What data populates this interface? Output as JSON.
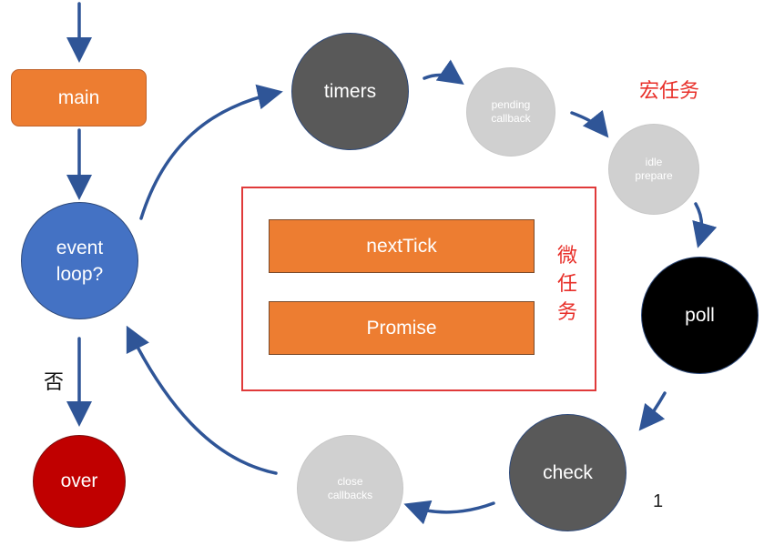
{
  "nodes": {
    "main": "main",
    "event_loop": [
      "event",
      "loop?"
    ],
    "over": "over",
    "no": "否",
    "timers": "timers",
    "pending_callback": [
      "pending",
      "callback"
    ],
    "idle_prepare": [
      "idle",
      "prepare"
    ],
    "poll": "poll",
    "check": "check",
    "close_callbacks": [
      "close",
      "callbacks"
    ]
  },
  "labels": {
    "macrotask": "宏任务",
    "microtask": "微任务"
  },
  "microtasks": [
    "nextTick",
    "Promise"
  ],
  "page_number": "1",
  "colors": {
    "orange": "#ed7d31",
    "blue": "#4472c4",
    "red": "#c00000",
    "dark_gray": "#595959",
    "light_gray": "#d0d0d0",
    "black": "#000000",
    "arrow": "#2f5597",
    "label_red": "#e8302a"
  }
}
